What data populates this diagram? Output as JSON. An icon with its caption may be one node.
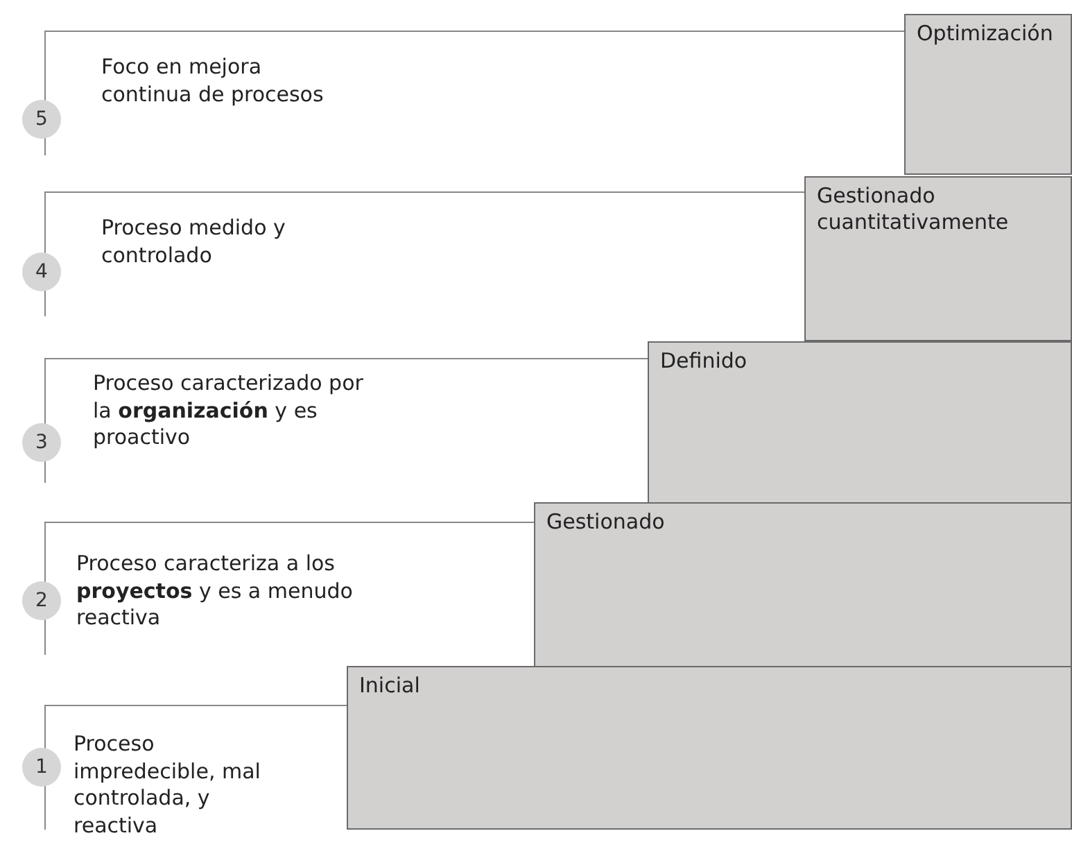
{
  "diagram": {
    "nodes": [
      {
        "text": [
          "Optimización"
        ]
      },
      {
        "text": [
          "Foco en mejora continua de procesos"
        ]
      },
      {
        "text": [
          "5"
        ]
      },
      {
        "text": [
          "Gestionado cuantitativamente"
        ]
      },
      {
        "text": [
          "Proceso medido y controlado"
        ]
      },
      {
        "text": [
          "4"
        ]
      },
      {
        "text": [
          "Definido"
        ]
      },
      {
        "text": [
          "Proceso caracterizado por la **organización** y es proactivo"
        ]
      },
      {
        "text": [
          "3"
        ]
      },
      {
        "text": [
          "Gestionado"
        ]
      },
      {
        "text": [
          "Proceso caracteriza a los **proyectos** y es a menudo reactiva"
        ]
      },
      {
        "text": [
          "2"
        ]
      },
      {
        "text": [
          "Inicial"
        ]
      },
      {
        "text": [
          "Proceso impredecible, mal controlada, y reactiva"
        ]
      },
      {
        "text": [
          "1"
        ]
      }
    ],
    "edges": [
      {
        "from": 1,
        "to": 0,
        "arrow": "none"
      },
      {
        "from": 4,
        "to": 3,
        "arrow": "none"
      },
      {
        "from": 7,
        "to": 6,
        "arrow": "none"
      },
      {
        "from": 10,
        "to": 9,
        "arrow": "none"
      },
      {
        "from": 13,
        "to": 12,
        "arrow": "none"
      }
    ]
  }
}
